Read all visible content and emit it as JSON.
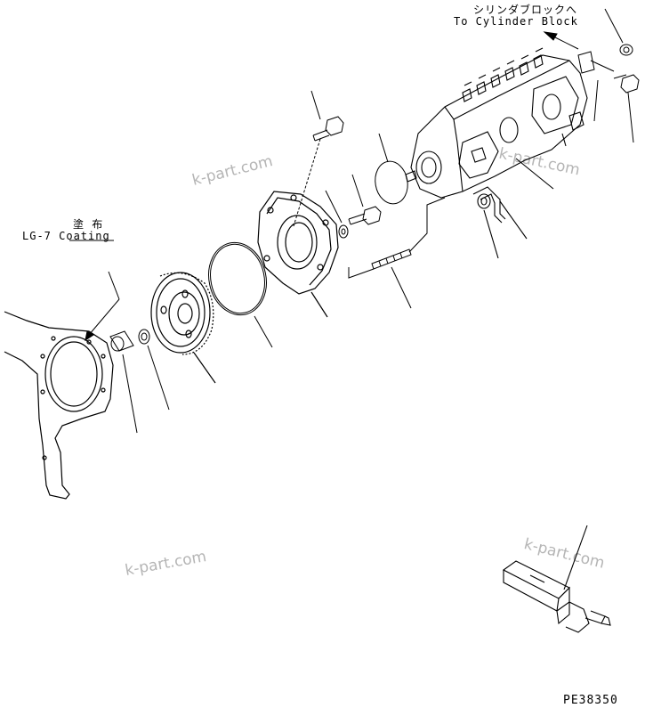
{
  "labels": {
    "cylinder_block_jp": "シリンダブロックへ",
    "cylinder_block_en": "To Cylinder Block",
    "coating_jp": "塗 布",
    "coating_en": "LG-7 Coating",
    "drawing_code": "PE38350"
  },
  "watermark": {
    "text": "k-part.com",
    "color": "#b5b5b5"
  },
  "line_color": "#000000"
}
